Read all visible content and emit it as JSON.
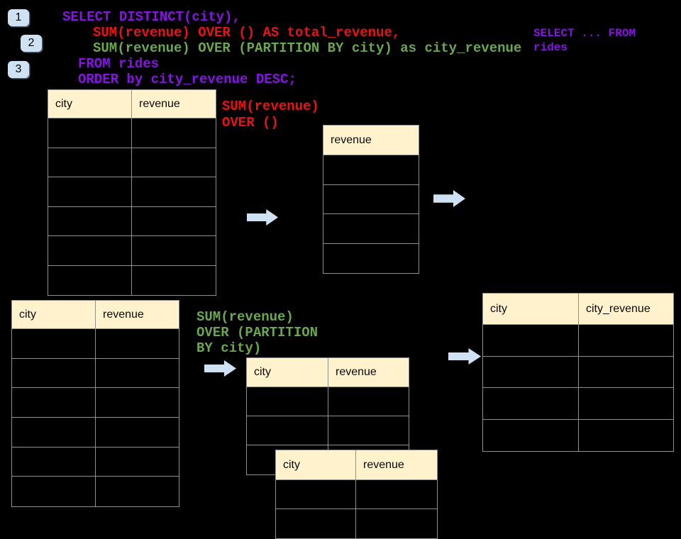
{
  "colors": {
    "background": "#000000",
    "purple": "#8812e8",
    "red": "#ee1111",
    "green": "#6aa84f",
    "arrow_blue": "#cfe2f3",
    "badge_blue": "#cfe2f3",
    "header_cream": "#fff2cc",
    "table_border": "#909090"
  },
  "icons": {
    "flow_arrow": "block-arrow-right"
  },
  "badges": [
    {
      "label": "1"
    },
    {
      "label": "2"
    },
    {
      "label": "3"
    }
  ],
  "sql_code": {
    "lines": [
      {
        "text": "SELECT DISTINCT(city),",
        "color": "purple"
      },
      {
        "text": "SUM(revenue) OVER () AS total_revenue,",
        "color": "red"
      },
      {
        "text": "SUM(revenue) OVER (PARTITION BY city) as city_revenue",
        "color": "green"
      },
      {
        "text": "FROM rides",
        "color": "purple"
      },
      {
        "text": "ORDER by city_revenue DESC;",
        "color": "purple"
      }
    ]
  },
  "corner_note": {
    "lines": [
      "SELECT ... FROM",
      "rides"
    ]
  },
  "annotations": {
    "total_revenue_label": {
      "lines": [
        "SUM(revenue)",
        "OVER ()"
      ]
    },
    "partition_label": {
      "lines": [
        "SUM(revenue)",
        "OVER (PARTITION",
        "BY city)"
      ]
    }
  },
  "tables": {
    "source_top": {
      "headers": [
        "city",
        "revenue"
      ],
      "empty_rows": 6
    },
    "total_result": {
      "headers": [
        "revenue"
      ],
      "empty_rows": 4
    },
    "source_bottom": {
      "headers": [
        "city",
        "revenue"
      ],
      "empty_rows": 6
    },
    "partition_back": {
      "headers": [
        "city",
        "revenue"
      ],
      "empty_rows": 3
    },
    "partition_front": {
      "headers": [
        "city",
        "revenue"
      ],
      "empty_rows": 2
    },
    "city_revenue_result": {
      "headers": [
        "city",
        "city_revenue"
      ],
      "empty_rows": 4
    }
  }
}
